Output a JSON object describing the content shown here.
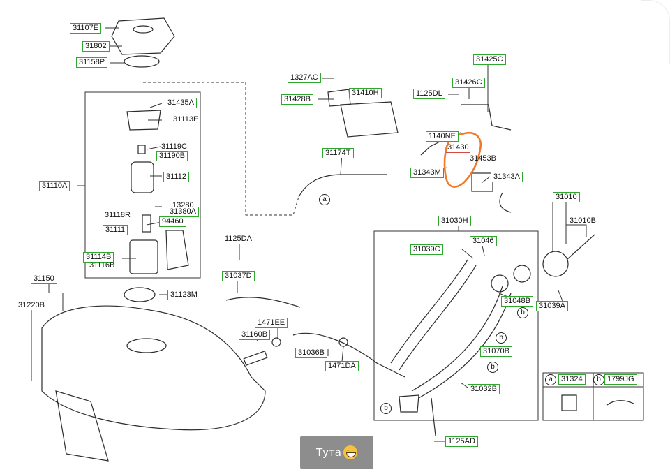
{
  "diagram": {
    "part_labels": [
      "31107E",
      "31802",
      "31158P",
      "31435A",
      "31113E",
      "31119C",
      "31190B",
      "31112",
      "13280",
      "31380A",
      "31118R",
      "31111",
      "94460",
      "31114B",
      "31116B",
      "31110A",
      "1327AC",
      "31428B",
      "31410H",
      "31174T",
      "1125DL",
      "31426C",
      "31425C",
      "1140NE",
      "31430",
      "31453B",
      "31343M",
      "31343A",
      "31010",
      "31010B",
      "31030H",
      "31039C",
      "31046",
      "31048B",
      "31039A",
      "1125DA",
      "31037D",
      "31150",
      "31220B",
      "31123M",
      "1471EE",
      "31160B",
      "31036B",
      "1471DA",
      "31070B",
      "31032B",
      "31324",
      "1799JG",
      "1125AD"
    ],
    "callout_letters": [
      "a",
      "b"
    ]
  },
  "caption": {
    "text": "Тута",
    "emoji": "grinning-face-emoji"
  },
  "colors": {
    "label_border": "#2fa82f",
    "highlight": "#f07a2a",
    "line": "#333333",
    "caption_bg": "#8d8d8d"
  }
}
